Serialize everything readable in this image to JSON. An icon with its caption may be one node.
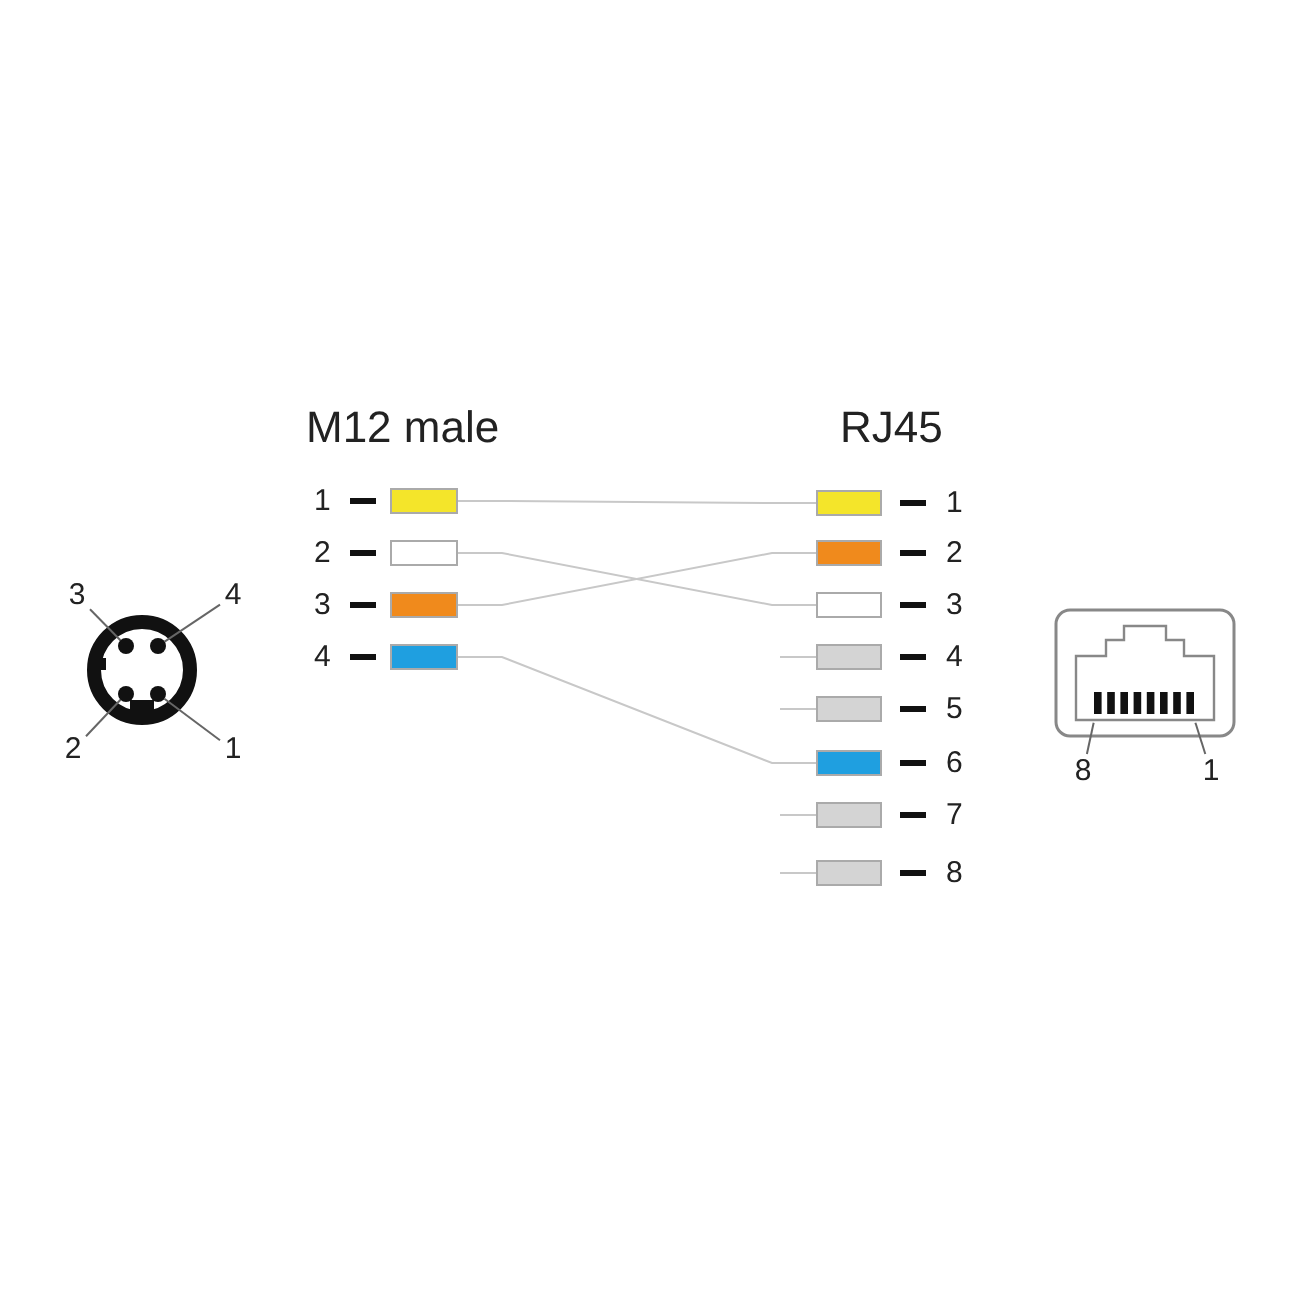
{
  "diagram": {
    "nodes": [
      {
        "text": [],
        "shape": "bar",
        "beside": [
          "1"
        ]
      },
      {
        "text": [],
        "shape": "bar",
        "beside": [
          "2"
        ]
      },
      {
        "text": [],
        "shape": "bar",
        "beside": [
          "3"
        ]
      },
      {
        "text": [],
        "shape": "bar",
        "beside": [
          "4"
        ]
      },
      {
        "text": [],
        "shape": "bar",
        "beside": [
          "1"
        ]
      },
      {
        "text": [],
        "shape": "bar",
        "beside": [
          "2"
        ]
      },
      {
        "text": [],
        "shape": "bar",
        "beside": [
          "3"
        ]
      },
      {
        "text": [],
        "shape": "bar",
        "beside": [
          "4"
        ]
      },
      {
        "text": [],
        "shape": "bar",
        "beside": [
          "5"
        ]
      },
      {
        "text": [],
        "shape": "bar",
        "beside": [
          "6"
        ]
      },
      {
        "text": [],
        "shape": "bar",
        "beside": [
          "7"
        ]
      },
      {
        "text": [],
        "shape": "bar",
        "beside": [
          "8"
        ]
      },
      {
        "text": [
          "3"
        ]
      },
      {
        "text": [
          "4"
        ]
      },
      {
        "text": [
          "2"
        ]
      },
      {
        "text": [
          "1"
        ]
      },
      {
        "text": [
          "8"
        ]
      },
      {
        "text": [
          "1"
        ]
      },
      {
        "text": [],
        "shape": "circle"
      },
      {
        "text": [],
        "shape": "circle"
      },
      {
        "text": [],
        "shape": "circle"
      },
      {
        "text": [],
        "shape": "circle"
      }
    ],
    "edges": [
      {
        "from": 0,
        "to": 4,
        "arrow": "none"
      },
      {
        "from": 1,
        "to": 6,
        "arrow": "none"
      },
      {
        "from": 2,
        "to": 5,
        "arrow": "none"
      },
      {
        "from": 3,
        "to": 9,
        "arrow": "none"
      },
      {
        "from": null,
        "to": 7,
        "arrow": "none"
      },
      {
        "from": null,
        "to": 8,
        "arrow": "none"
      },
      {
        "from": null,
        "to": 10,
        "arrow": "none"
      },
      {
        "from": null,
        "to": 11,
        "arrow": "none"
      },
      {
        "from": 12,
        "to": 18,
        "arrow": "none",
        "color": "#666666"
      },
      {
        "from": 13,
        "to": 19,
        "arrow": "none",
        "color": "#666666"
      },
      {
        "from": 14,
        "to": 20,
        "arrow": "none",
        "color": "#666666"
      },
      {
        "from": 15,
        "to": 21,
        "arrow": "none",
        "color": "#666666"
      },
      {
        "from": 16,
        "to": null,
        "arrow": "none",
        "color": "#666666"
      },
      {
        "from": 17,
        "to": null,
        "arrow": "none",
        "color": "#666666"
      }
    ],
    "labels": [
      "M12 male",
      "RJ45"
    ]
  }
}
